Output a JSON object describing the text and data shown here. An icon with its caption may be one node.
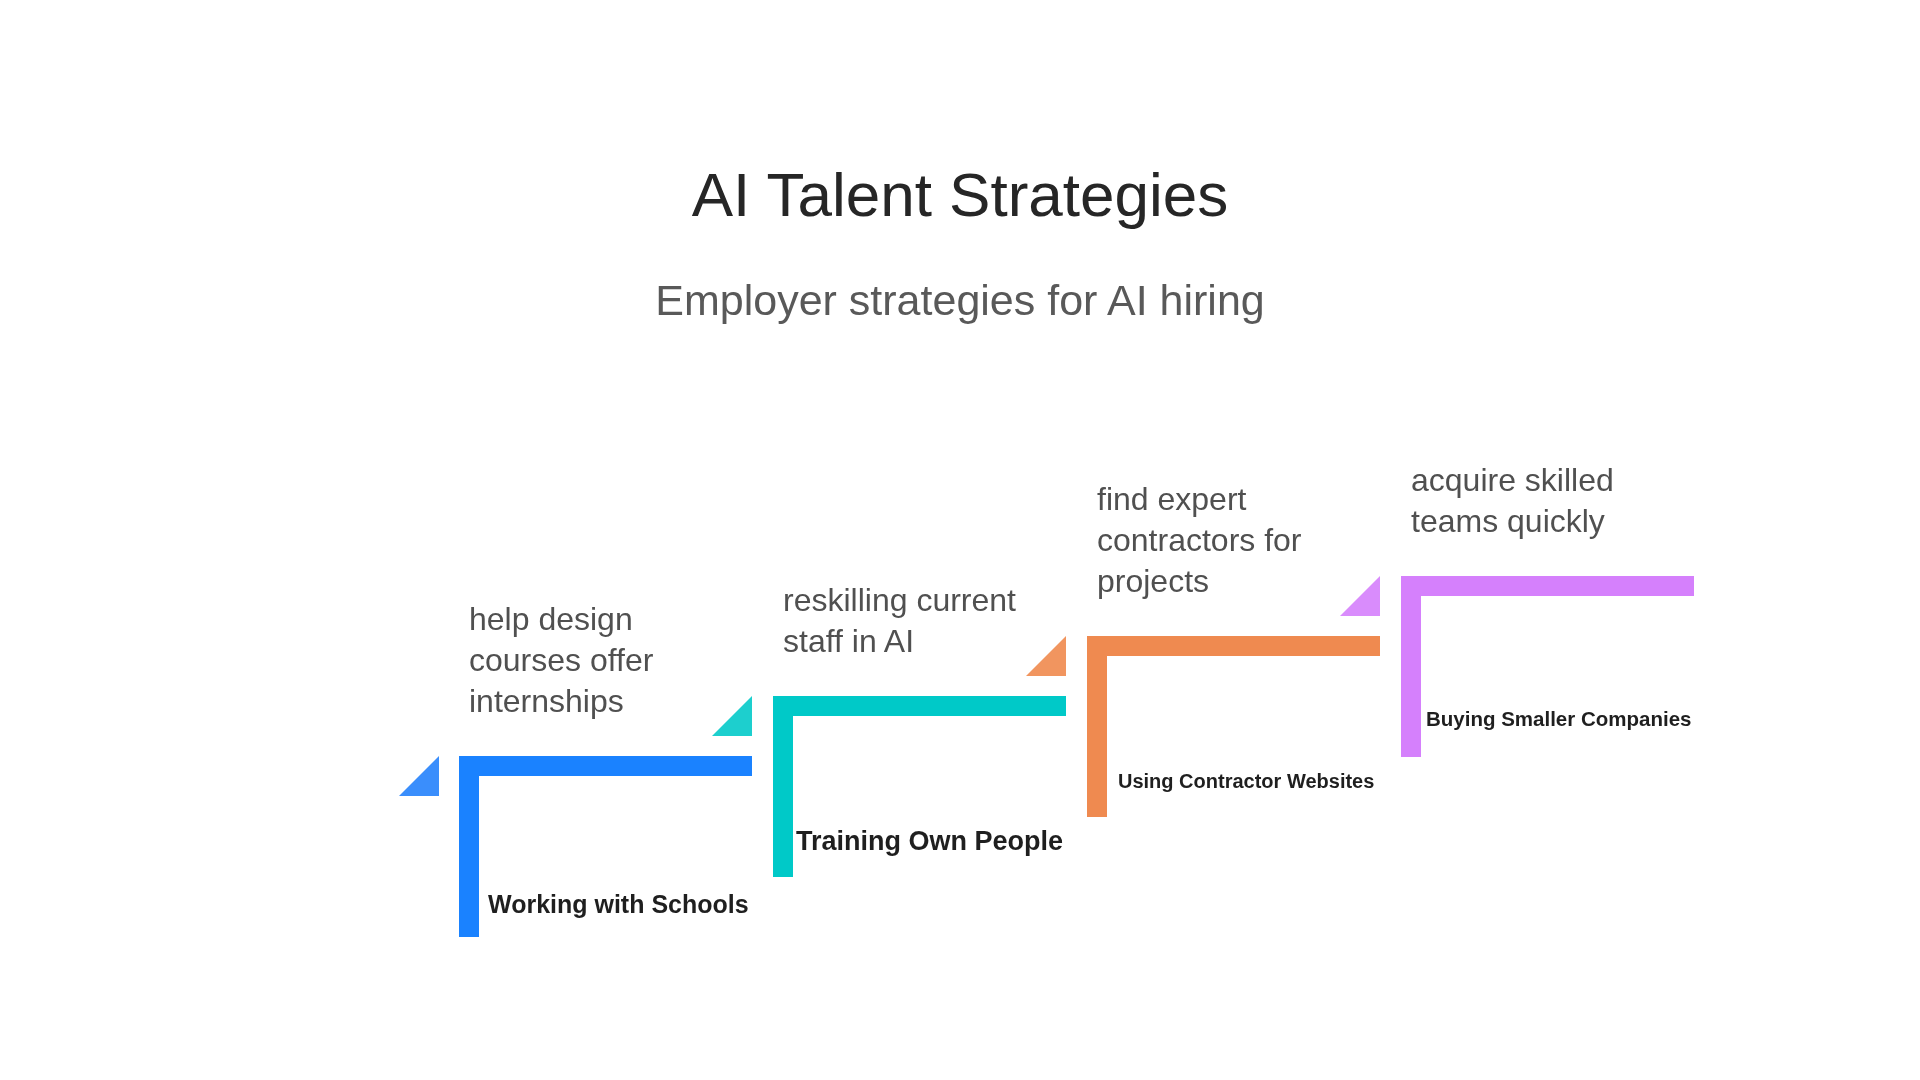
{
  "diagram": {
    "title": "AI Talent Strategies",
    "nodes": [
      {
        "text": [
          "Working with Schools"
        ],
        "beside": [
          "help design courses offer internships"
        ]
      },
      {
        "text": [
          "Training Own People"
        ],
        "beside": [
          "reskilling current staff in AI"
        ]
      },
      {
        "text": [
          "Using Contractor Websites"
        ],
        "beside": [
          "find expert contractors for projects"
        ]
      },
      {
        "text": [
          "Buying Smaller Companies"
        ],
        "beside": [
          "acquire skilled teams quickly"
        ]
      }
    ],
    "edges": [
      {
        "from": 0,
        "to": null,
        "arrow": "to"
      },
      {
        "from": 1,
        "to": 0,
        "arrow": "to"
      },
      {
        "from": 2,
        "to": 1,
        "arrow": "to"
      },
      {
        "from": 3,
        "to": 2,
        "arrow": "to"
      }
    ],
    "labels": [
      "Employer strategies for AI hiring"
    ]
  }
}
